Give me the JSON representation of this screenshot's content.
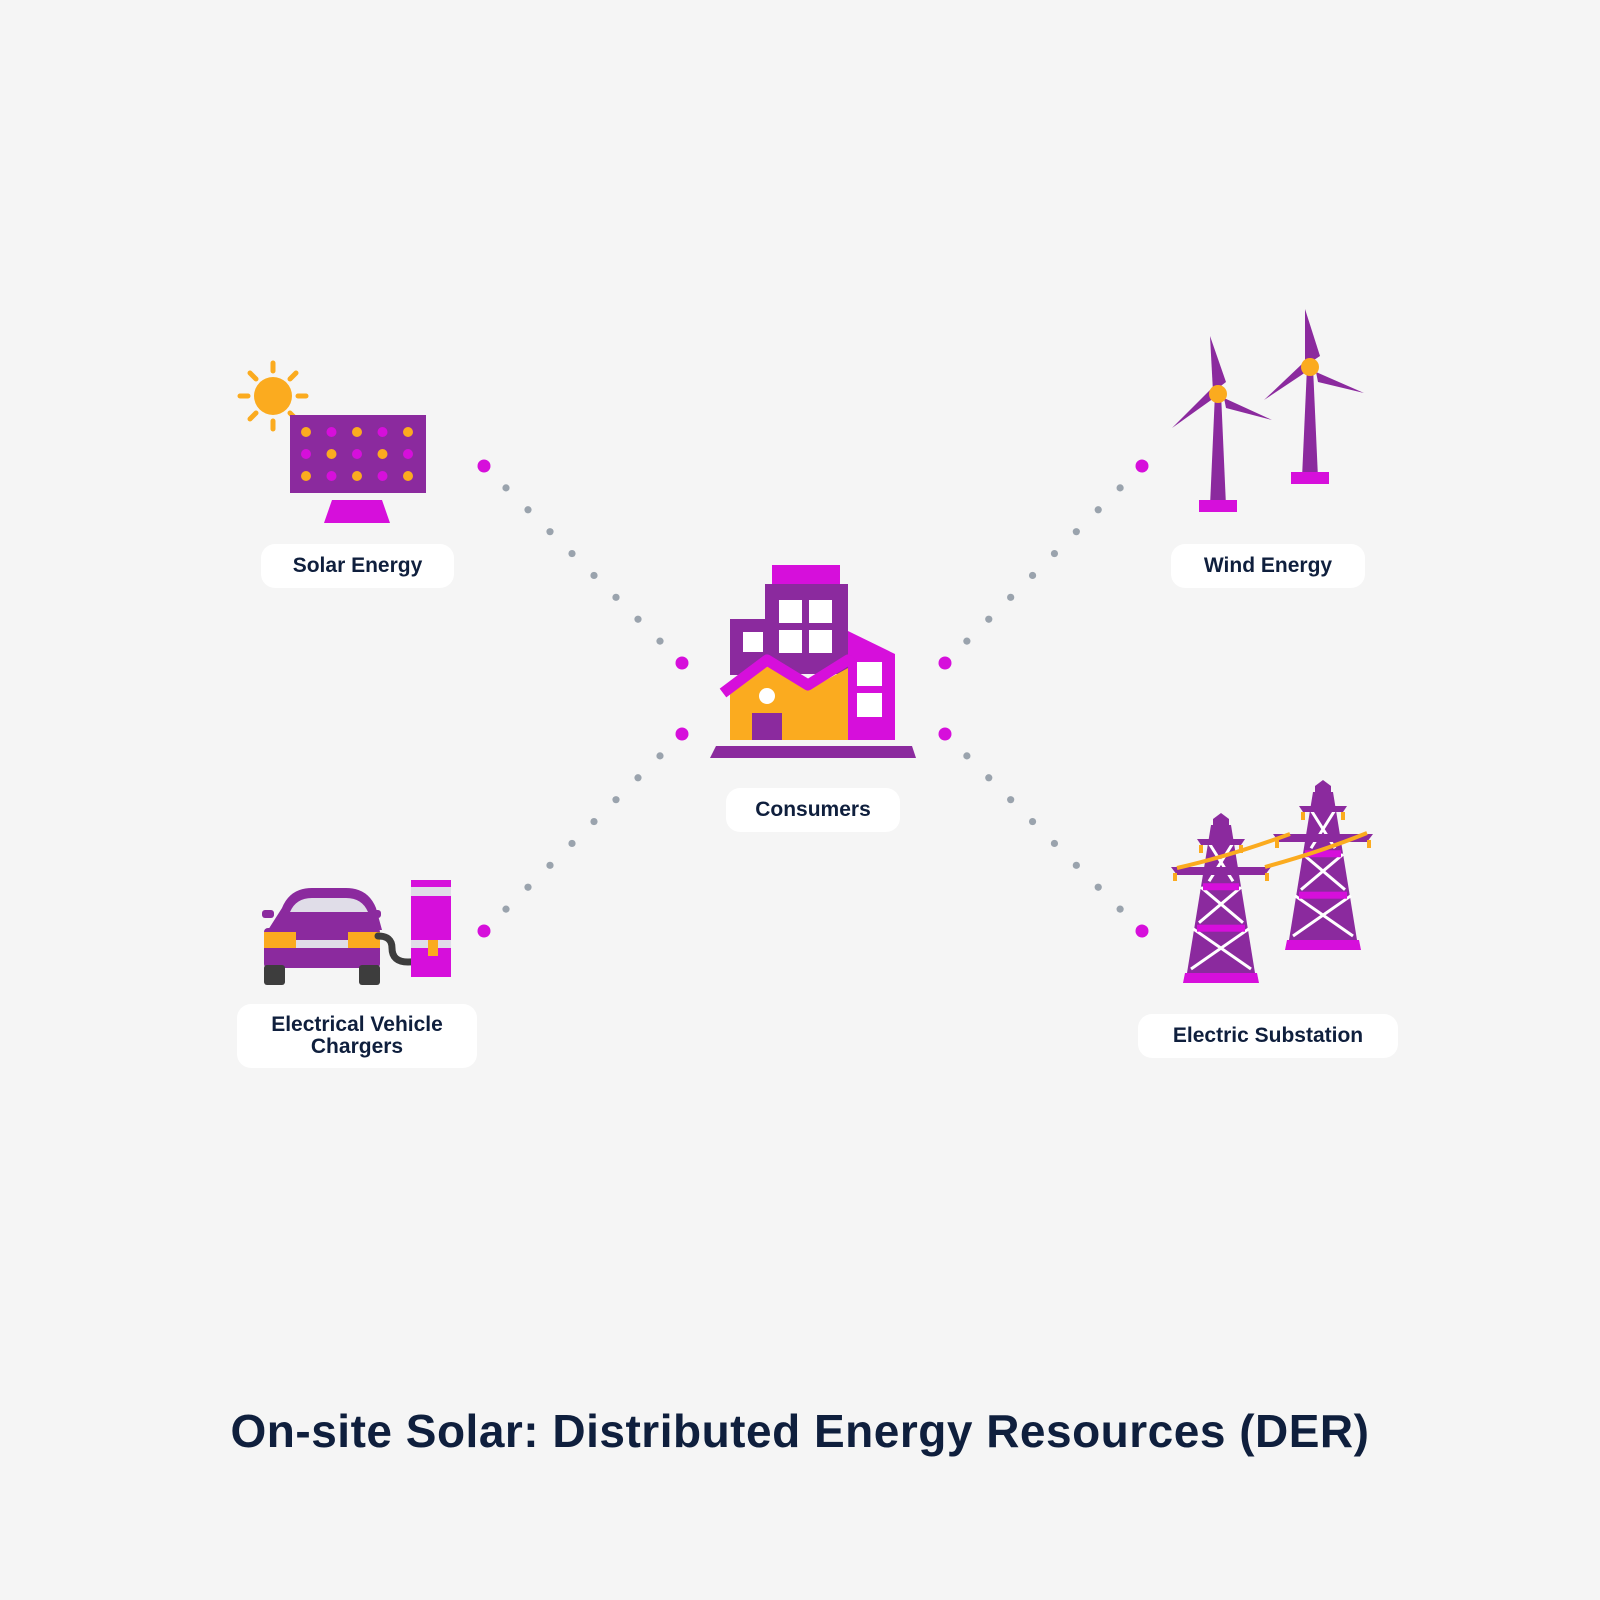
{
  "title": "On-site Solar: Distributed Energy Resources (DER)",
  "nodes": {
    "solar": {
      "label": "Solar Energy",
      "icon": "solar-panel-icon"
    },
    "wind": {
      "label": "Wind Energy",
      "icon": "wind-turbines-icon"
    },
    "consumers": {
      "label": "Consumers",
      "icon": "buildings-icon"
    },
    "ev": {
      "label_line1": "Electrical Vehicle",
      "label_line2": "Chargers",
      "icon": "ev-charger-icon"
    },
    "substation": {
      "label": "Electric Substation",
      "icon": "transmission-tower-icon"
    }
  },
  "connections": [
    {
      "from": "solar",
      "to": "consumers"
    },
    {
      "from": "wind",
      "to": "consumers"
    },
    {
      "from": "ev",
      "to": "consumers"
    },
    {
      "from": "substation",
      "to": "consumers"
    }
  ],
  "colors": {
    "purple": "#8b2a9e",
    "magenta": "#d60fdb",
    "orange": "#fbab1f",
    "dot_gray": "#9aa3ad",
    "text": "#0f1f3d"
  }
}
